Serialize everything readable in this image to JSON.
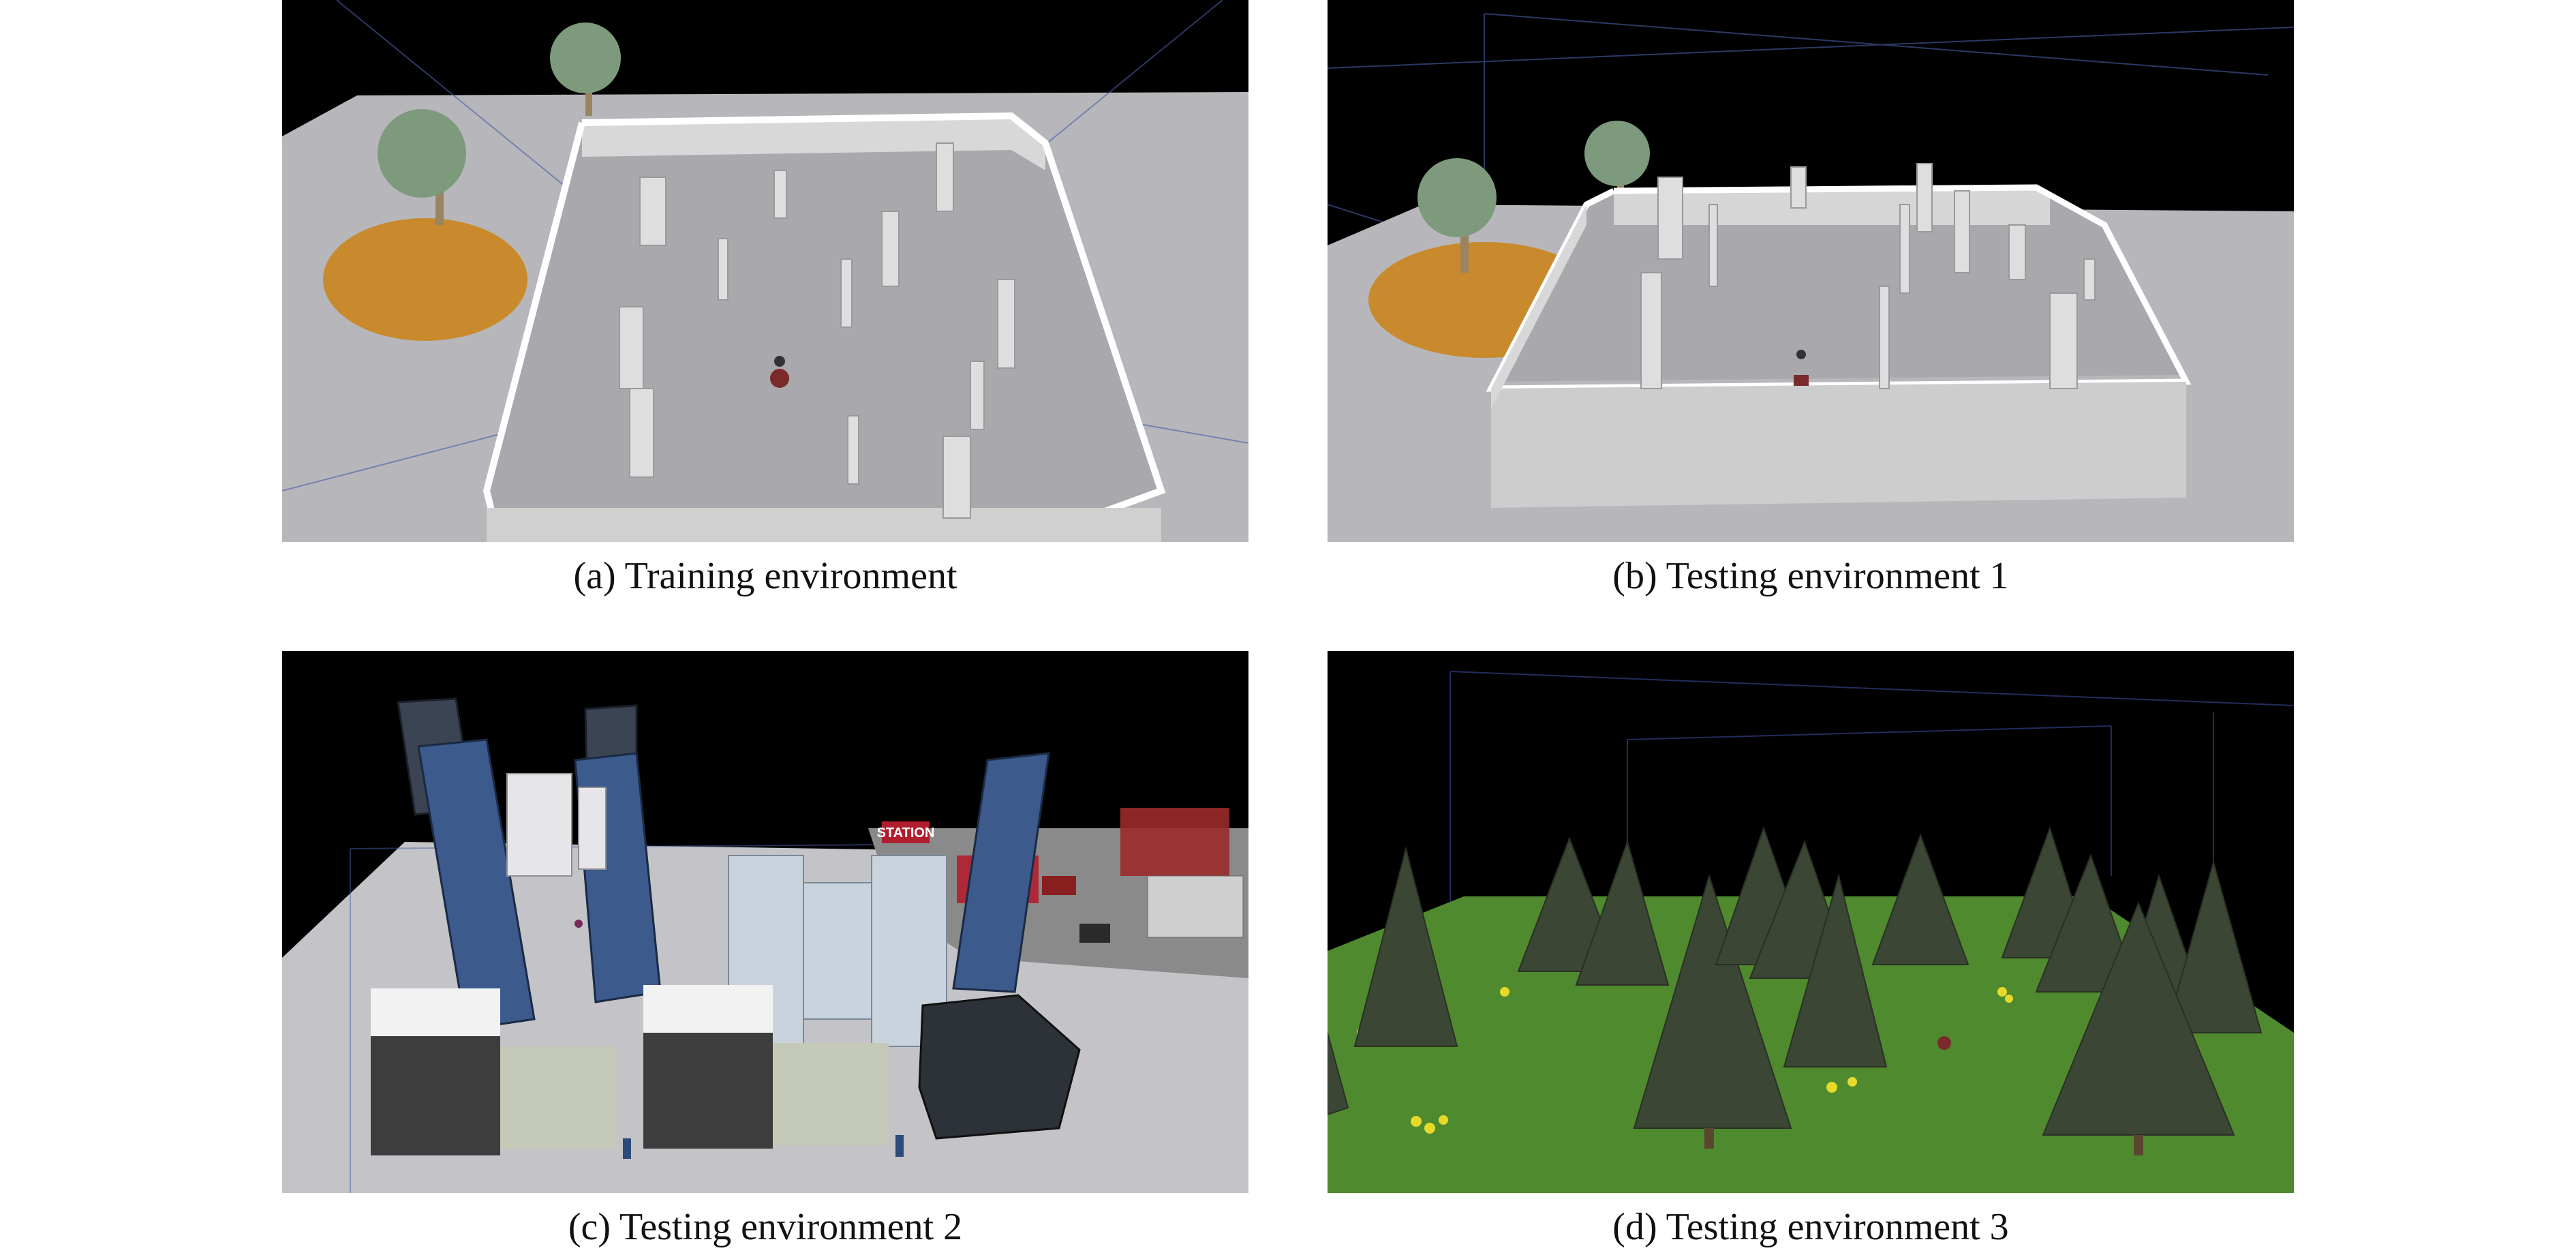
{
  "figure": {
    "panels": [
      {
        "id": "a",
        "caption": "(a) Training environment"
      },
      {
        "id": "b",
        "caption": "(b) Testing environment 1"
      },
      {
        "id": "c",
        "caption": "(c) Testing environment 2",
        "sign_text": "STATION"
      },
      {
        "id": "d",
        "caption": "(d) Testing environment 3"
      }
    ]
  },
  "colors": {
    "sky": "#000000",
    "ground": "#b9b9bd",
    "wall": "#e2e2e2",
    "grass": "#4f8a2e",
    "tree": "#3c4634",
    "sand": "#c98c2e",
    "foliage": "#7d9a7d"
  }
}
